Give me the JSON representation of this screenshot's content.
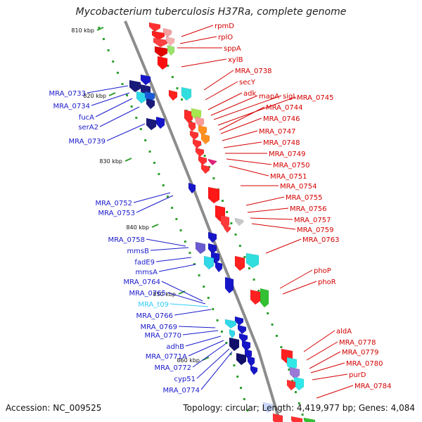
{
  "title": "Mycobacterium tuberculosis H37Ra, complete genome",
  "footer": {
    "accession": "Accession: NC_009525",
    "topology": "Topology: circular; Length: 4,419,977 bp; Genes: 4,084"
  },
  "colors": {
    "backbone": "#8c8c8c",
    "left_labels": "#1a1acc",
    "right_labels": "#d40000",
    "rna_label": "#33ccff",
    "ticks": "#2ea02e"
  },
  "kbp_ticks": [
    "810 kbp",
    "820 kbp",
    "830 kbp",
    "840 kbp",
    "850 kbp",
    "860 kbp"
  ],
  "right_genes": [
    "rpmD",
    "rplO",
    "sppA",
    "xylB",
    "MRA_0738",
    "secY",
    "adk",
    "mapA",
    "sigL",
    "MRA_0745",
    "MRA_0744",
    "MRA_0746",
    "MRA_0747",
    "MRA_0748",
    "MRA_0749",
    "MRA_0750",
    "MRA_0751",
    "MRA_0754",
    "MRA_0755",
    "MRA_0756",
    "MRA_0757",
    "MRA_0759",
    "MRA_0763",
    "phoP",
    "phoR",
    "aldA",
    "MRA_0778",
    "MRA_0779",
    "MRA_0780",
    "purD",
    "MRA_0784"
  ],
  "left_genes": [
    "MRA_0733",
    "MRA_0734",
    "fucA",
    "serA2",
    "MRA_0739",
    "MRA_0752",
    "MRA_0753",
    "MRA_0758",
    "mmsB",
    "fadE9",
    "mmsA",
    "MRA_0764",
    "MRA_0765",
    "MRA_t09",
    "MRA_0766",
    "MRA_0769",
    "MRA_0770",
    "adhB",
    "MRA_0771A",
    "MRA_0772",
    "cyp51",
    "MRA_0774"
  ]
}
